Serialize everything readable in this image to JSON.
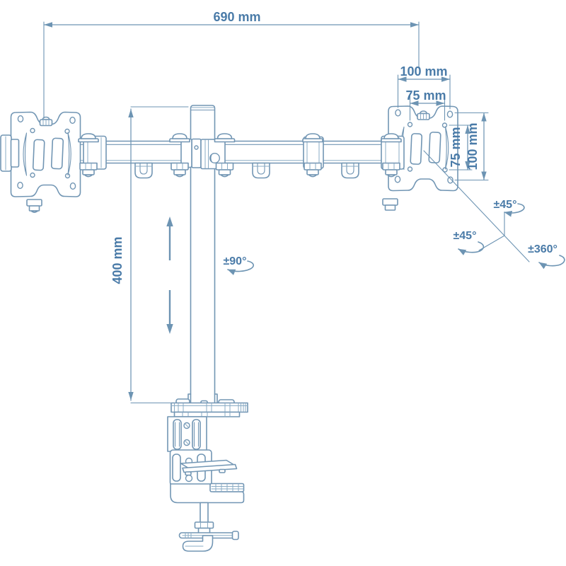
{
  "page": {
    "background_color": "#ffffff"
  },
  "diagram": {
    "kind": "technical line drawing",
    "subject": "dual-monitor desk mount arm with clamp base",
    "line_color": "#7296b4",
    "label_color": "#4a7ba8",
    "dimension_labels": {
      "arm_span": "690 mm",
      "vesa_hole_width_outer": "100 mm",
      "vesa_hole_width_inner": "75 mm",
      "vesa_hole_height_inner": "75 mm",
      "vesa_hole_height_outer": "100 mm",
      "pole_height": "400 mm"
    },
    "motion_labels": {
      "arm_swivel": "±90°",
      "tilt": "±45°",
      "swivel": "±45°",
      "rotation": "±360°"
    }
  }
}
